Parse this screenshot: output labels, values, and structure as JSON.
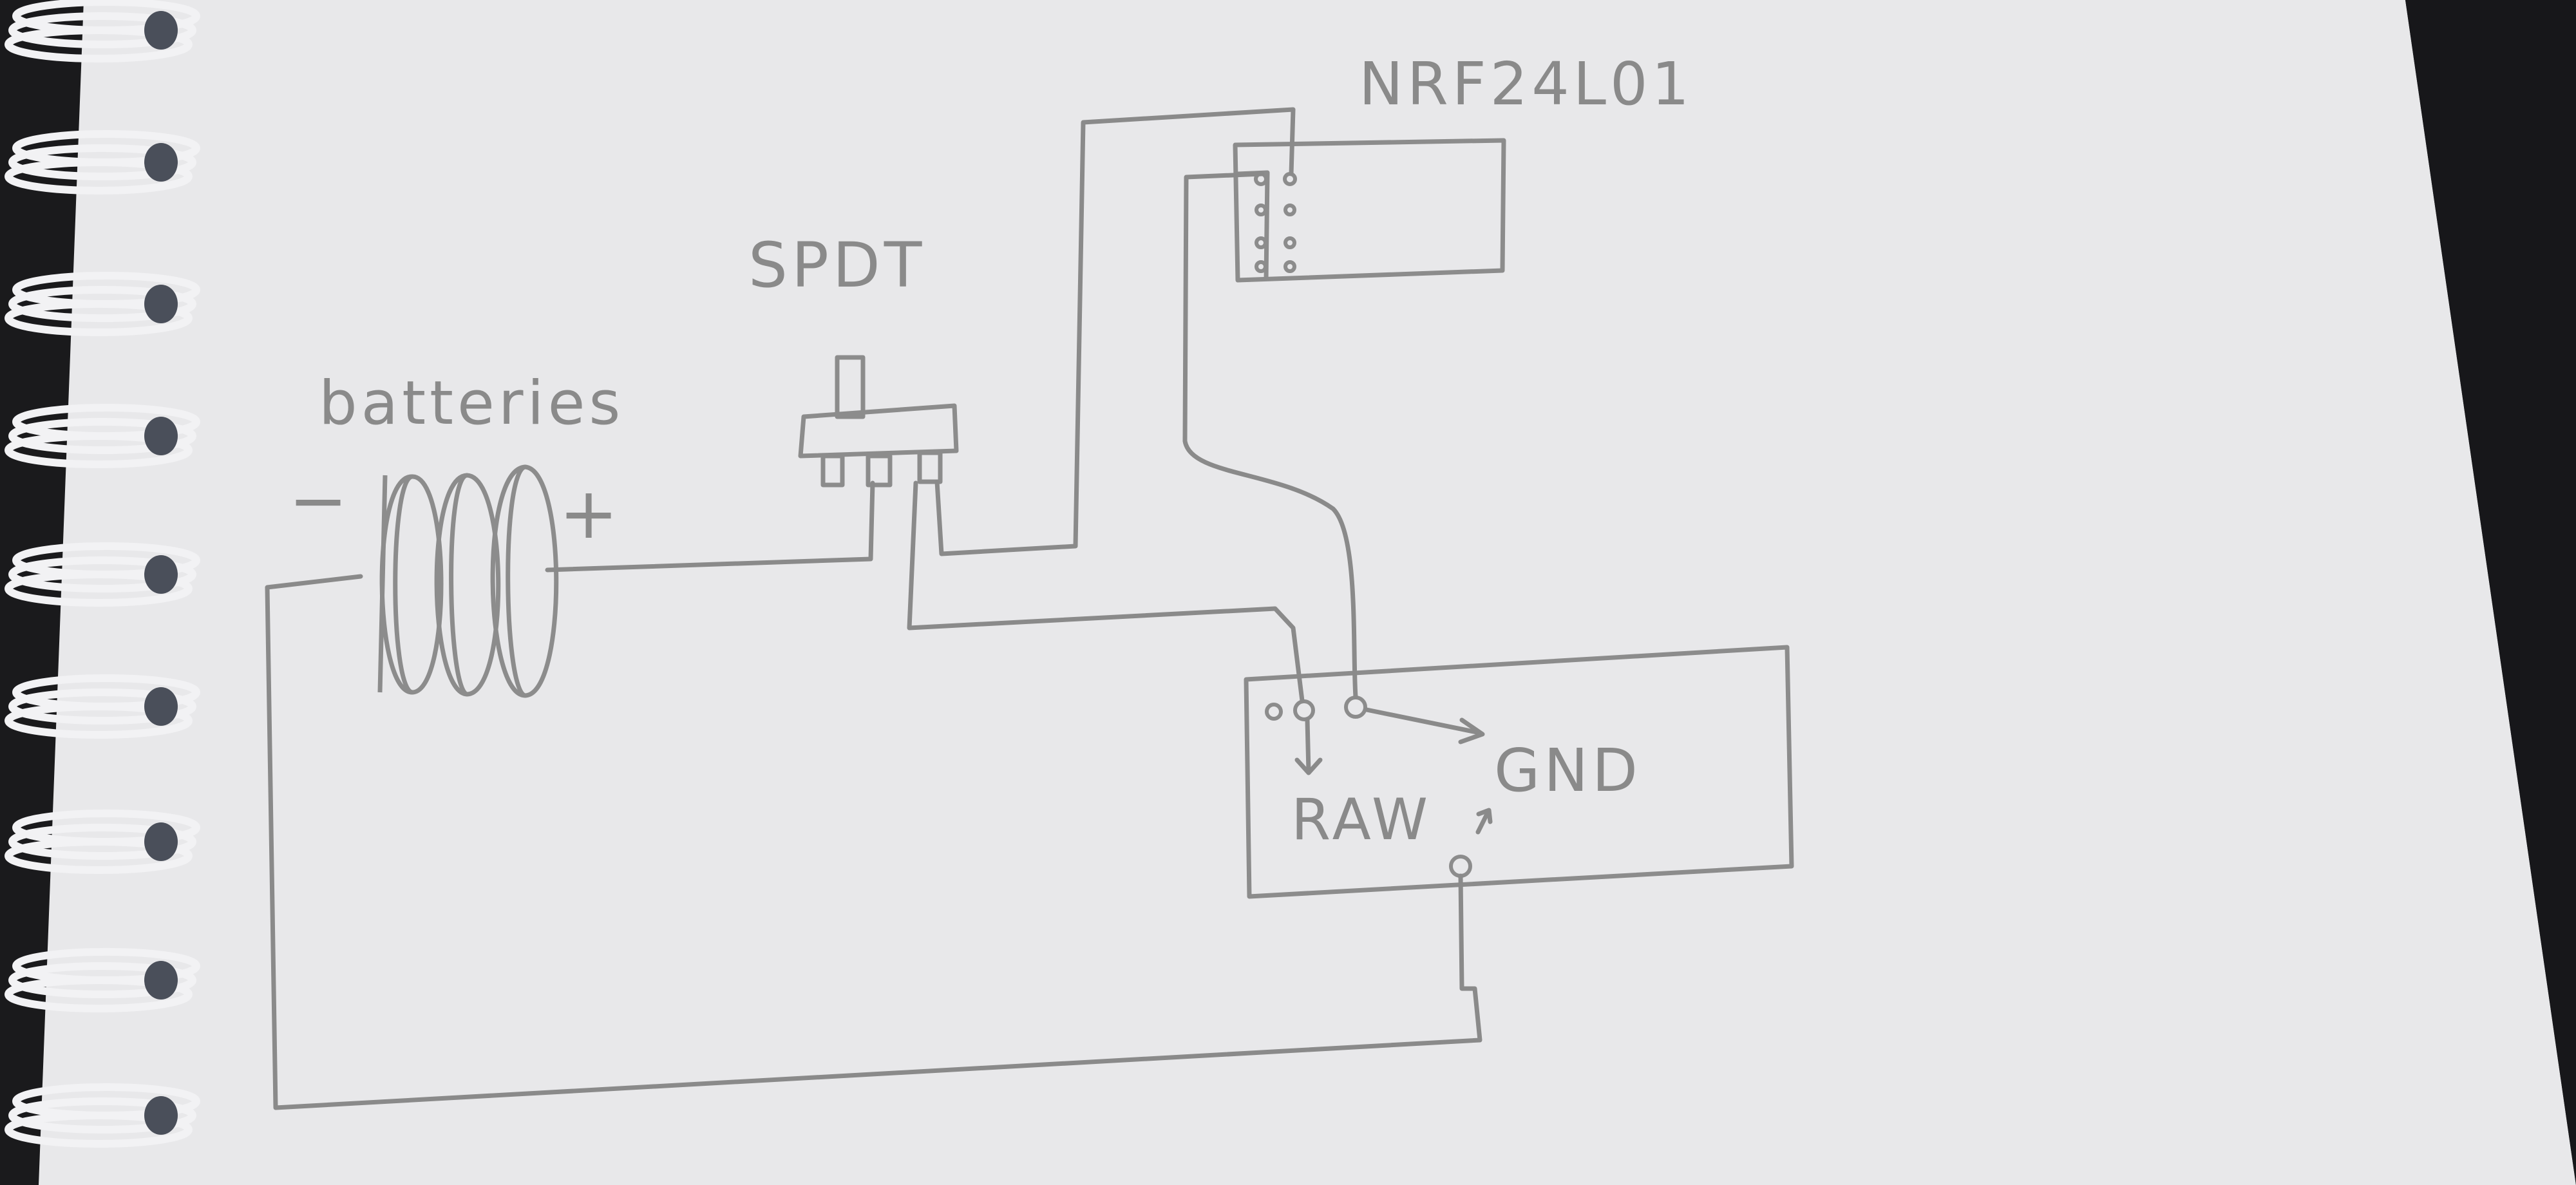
{
  "labels": {
    "radio_module": "NRF24L01",
    "switch": "SPDT",
    "batteries": "batteries",
    "minus": "−",
    "plus": "+",
    "raw_pin": "RAW",
    "gnd_pin": "GND"
  },
  "colors": {
    "paper": "#e9e9eb",
    "pencil": "#8a8a8a",
    "binding": "#f2f2f4",
    "background": "#1a1a1c"
  },
  "icons": [
    "spiral-binding-icon",
    "arrow-icon"
  ]
}
